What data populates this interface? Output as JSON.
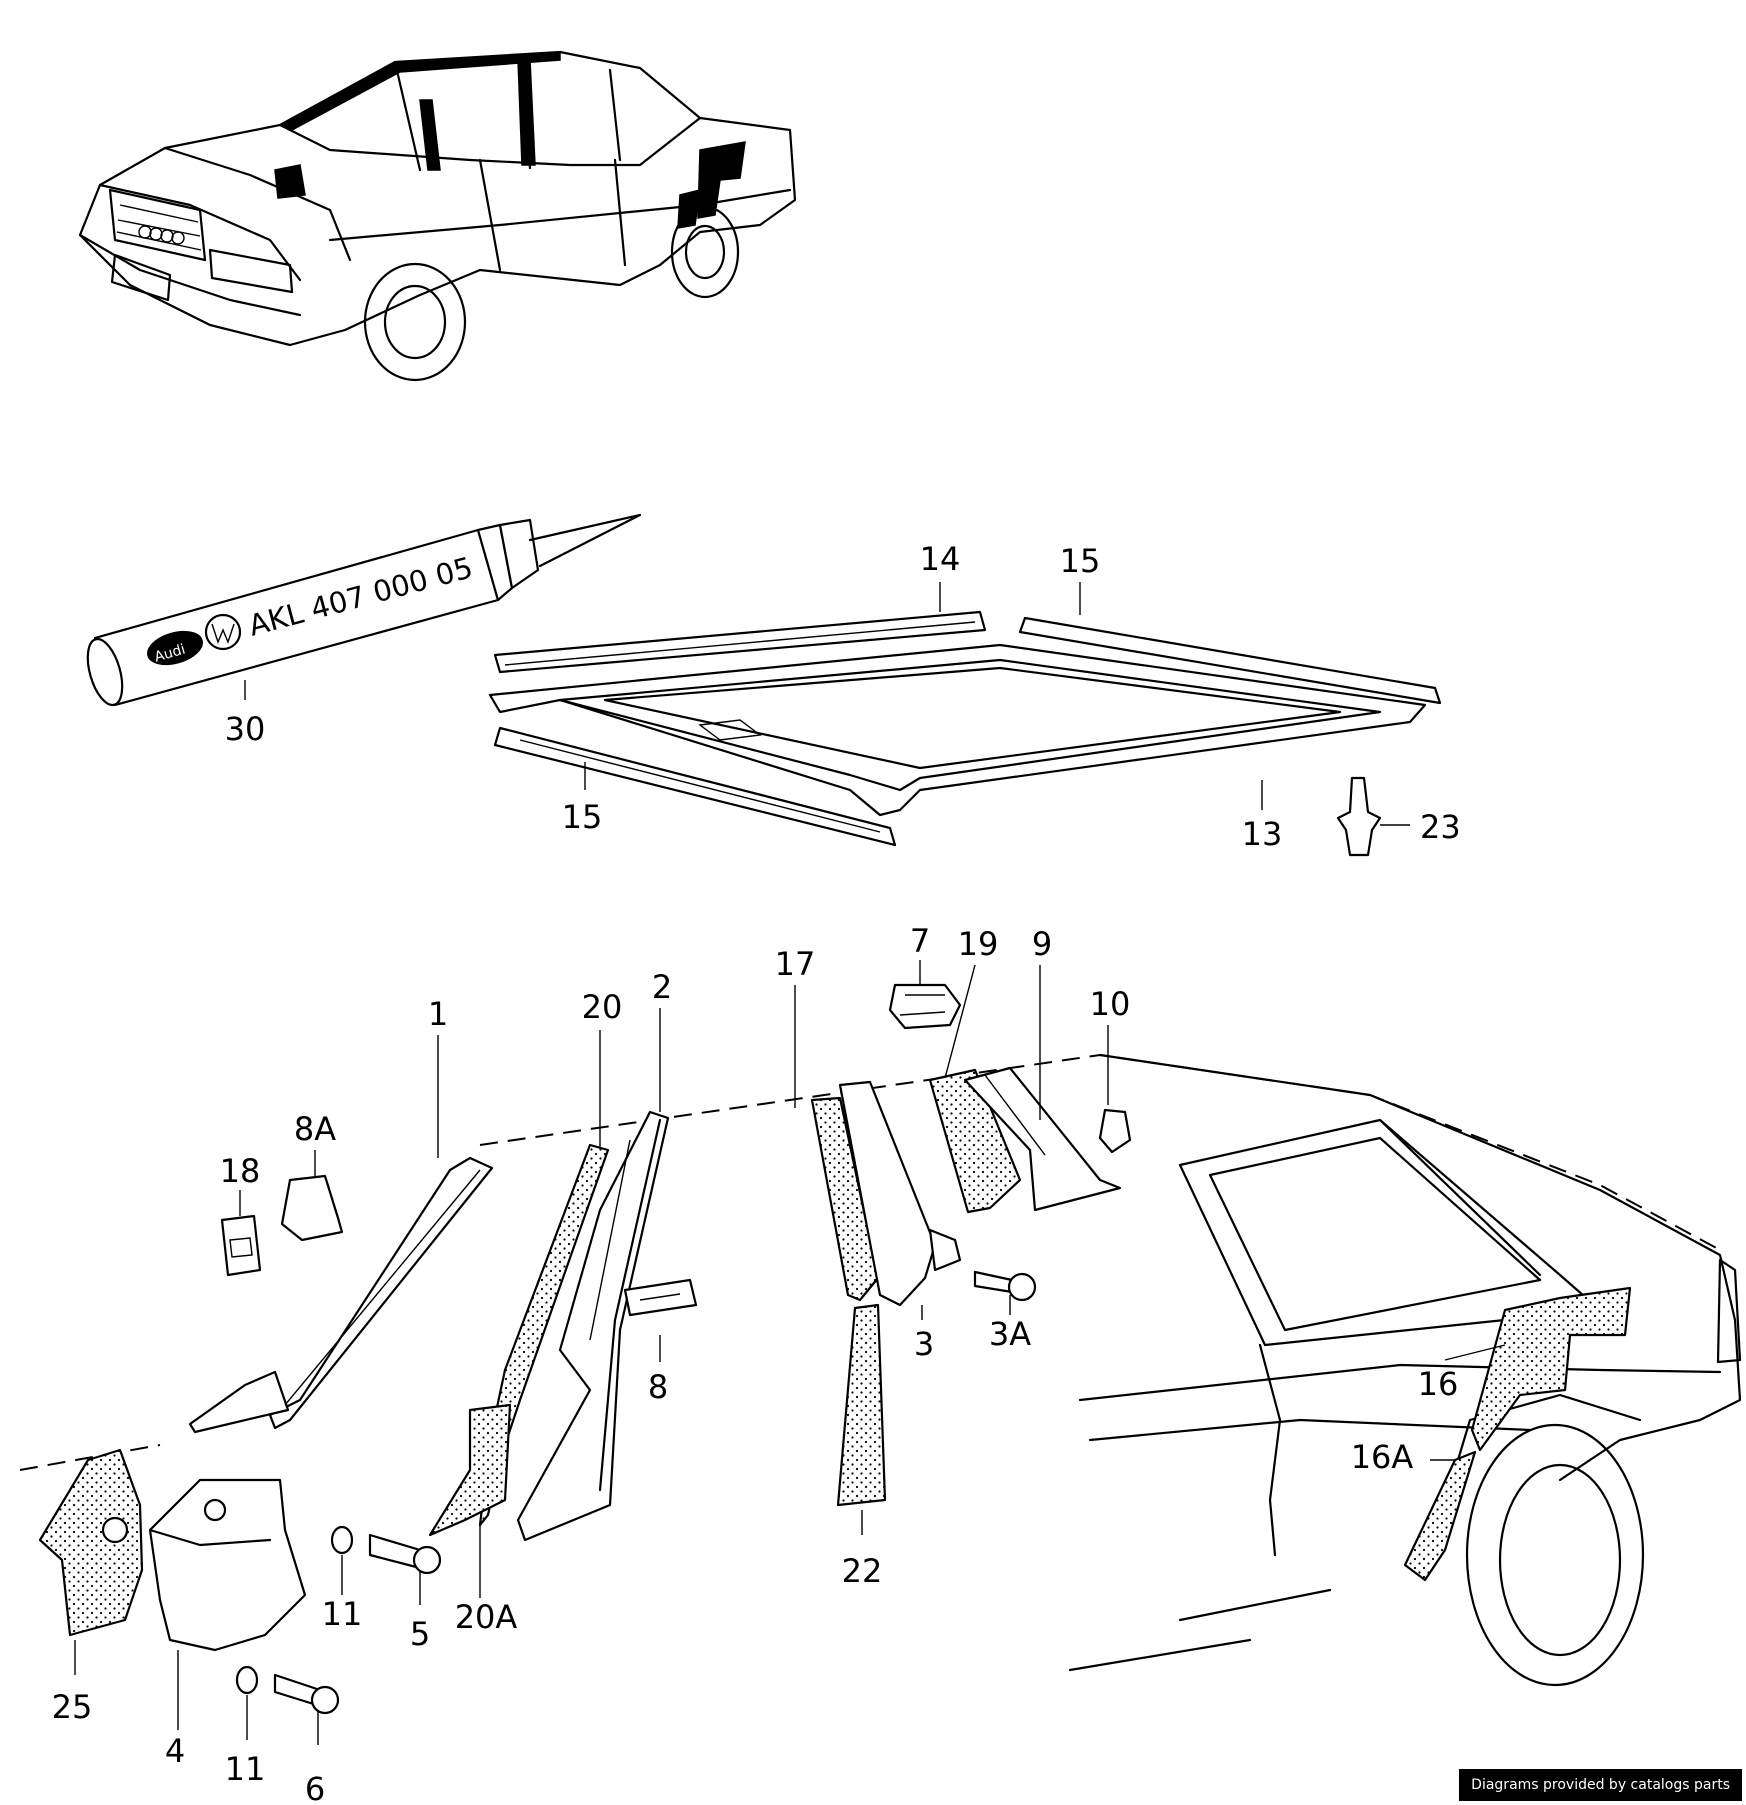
{
  "tube": {
    "code": "AKL 407 000 05",
    "brand_audi": "Audi"
  },
  "credit": "Diagrams provided by catalogs parts",
  "callouts": [
    {
      "id": "30",
      "label": "30"
    },
    {
      "id": "14",
      "label": "14"
    },
    {
      "id": "15a",
      "label": "15"
    },
    {
      "id": "15b",
      "label": "15"
    },
    {
      "id": "13",
      "label": "13"
    },
    {
      "id": "23",
      "label": "23"
    },
    {
      "id": "1",
      "label": "1"
    },
    {
      "id": "20",
      "label": "20"
    },
    {
      "id": "2",
      "label": "2"
    },
    {
      "id": "17",
      "label": "17"
    },
    {
      "id": "7",
      "label": "7"
    },
    {
      "id": "19",
      "label": "19"
    },
    {
      "id": "9",
      "label": "9"
    },
    {
      "id": "10",
      "label": "10"
    },
    {
      "id": "8A",
      "label": "8A"
    },
    {
      "id": "18",
      "label": "18"
    },
    {
      "id": "8",
      "label": "8"
    },
    {
      "id": "3",
      "label": "3"
    },
    {
      "id": "3A",
      "label": "3A"
    },
    {
      "id": "16",
      "label": "16"
    },
    {
      "id": "16A",
      "label": "16A"
    },
    {
      "id": "22",
      "label": "22"
    },
    {
      "id": "11a",
      "label": "11"
    },
    {
      "id": "5",
      "label": "5"
    },
    {
      "id": "20A",
      "label": "20A"
    },
    {
      "id": "25",
      "label": "25"
    },
    {
      "id": "4",
      "label": "4"
    },
    {
      "id": "11b",
      "label": "11"
    },
    {
      "id": "6",
      "label": "6"
    }
  ]
}
